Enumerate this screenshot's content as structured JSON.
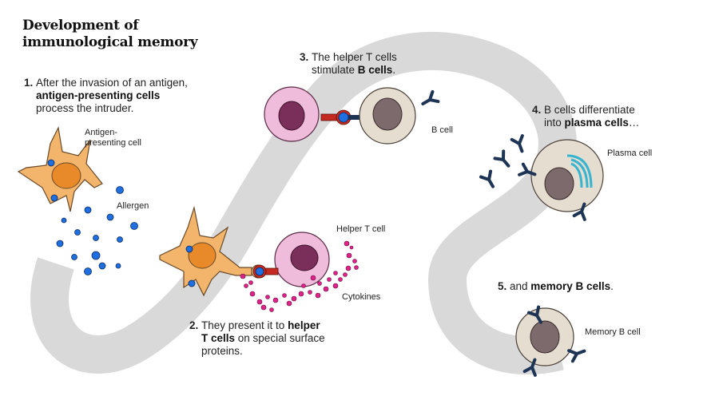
{
  "title": {
    "line1": "Development of",
    "line2": "immunological memory"
  },
  "steps": [
    {
      "number": "1.",
      "lines": [
        {
          "normal": "After the invasion of an antigen,"
        },
        {
          "bold": "antigen-presenting cells"
        },
        {
          "normal": "process the intruder."
        }
      ]
    },
    {
      "number": "2.",
      "line1_normal": "They present it to ",
      "line1_bold": "helper",
      "line2_bold": "T cells",
      "line2_normal": " on special surface",
      "line3_normal": "proteins."
    },
    {
      "number": "3.",
      "line1_normal": "The helper T cells",
      "line2_normal": "stimulate ",
      "line2_bold": "B cells",
      "line2_end": "."
    },
    {
      "number": "4.",
      "line1_normal": "B cells differentiate",
      "line2_normal": "into ",
      "line2_bold": "plasma cells",
      "line2_end": "…"
    },
    {
      "number": "5.",
      "line1_normal": "and ",
      "line1_bold": "memory B cells",
      "line1_end": "."
    }
  ],
  "labels": {
    "apc_line1": "Antigen-",
    "apc_line2": "presenting cell",
    "allergen": "Allergen",
    "helper_t_cell": "Helper T cell",
    "cytokines": "Cytokines",
    "b_cell": "B cell",
    "plasma_cell": "Plasma cell",
    "memory_b_cell": "Memory B cell"
  },
  "colors": {
    "path": "#d9d9d9",
    "apc_body": "#f2b56b",
    "apc_nucleus": "#e8892a",
    "allergen": "#1f6fe0",
    "t_cell_body": "#f0bcdc",
    "t_cell_nucleus": "#7a2f5a",
    "b_cell_body": "#e4ddd0",
    "b_cell_nucleus": "#7d6a6c",
    "antibody": "#1d3454",
    "receptor_red": "#c42a1f",
    "cytokine": "#e0238a",
    "er": "#37b4cf"
  }
}
